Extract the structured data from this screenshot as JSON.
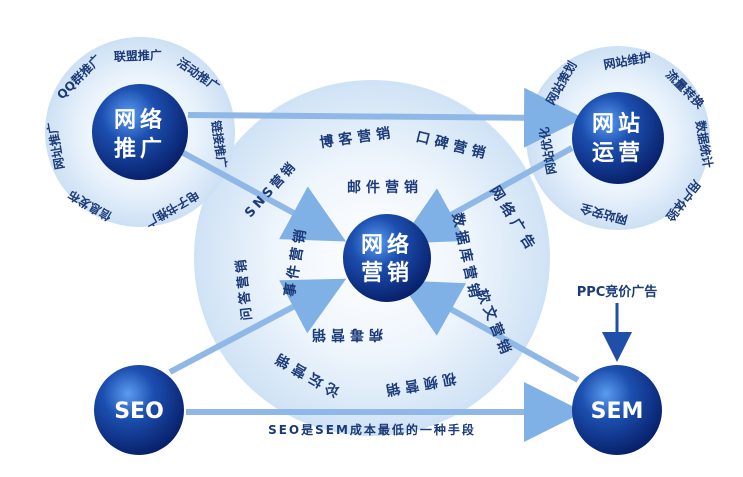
{
  "nodes": {
    "center": {
      "line1": "网络",
      "line2": "营销"
    },
    "promotion": {
      "line1": "网络",
      "line2": "推广"
    },
    "operation": {
      "line1": "网站",
      "line2": "运营"
    },
    "seo": {
      "label": "SEO"
    },
    "sem": {
      "label": "SEM"
    }
  },
  "ring_labels": {
    "blog": "博客营销",
    "wom": "口碑营销",
    "sns": "SNS营销",
    "email": "邮件营销",
    "ads": "网络广告",
    "database": "数据库营销",
    "event": "事件营销",
    "qa": "问答营销",
    "softarticle": "软文营销",
    "forum": "论坛营销",
    "video": "视频营销",
    "virus": "病毒营销"
  },
  "promotion_labels": {
    "qq": "QQ群推广",
    "alliance": "联盟推广",
    "activity": "活动推广",
    "link": "链接推广",
    "ebook": "电子书推广",
    "info": "信息发布",
    "web": "网址推广"
  },
  "operation_labels": {
    "planning": "网站策划",
    "maintenance": "网站维护",
    "traffic": "流量转换",
    "stats": "数据统计",
    "ux": "用户体验",
    "security": "网站安全",
    "optimize": "网站优化"
  },
  "ppc_label": "PPC竞价广告",
  "seo_sem_caption": "SEO是SEM成本最低的一种手段",
  "colors": {
    "node_dark": "#0a2a7a",
    "node_light": "#3f7fe0",
    "halo": "#dbe9f8",
    "arrow": "#8fb8e6",
    "text": "#1a3a78"
  }
}
